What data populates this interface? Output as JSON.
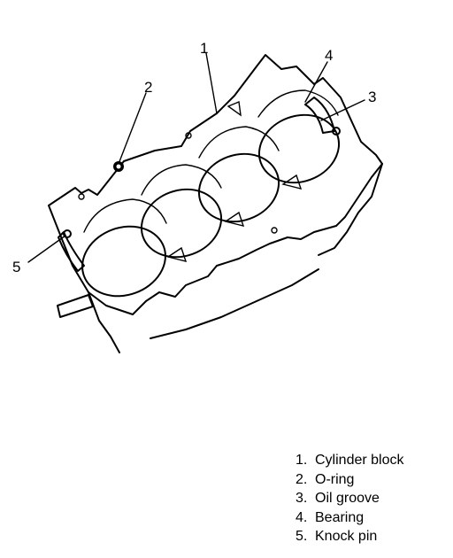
{
  "callouts": [
    {
      "number": "1"
    },
    {
      "number": "2"
    },
    {
      "number": "3"
    },
    {
      "number": "4"
    },
    {
      "number": "5"
    }
  ],
  "legend": [
    {
      "number": "1.",
      "label": "Cylinder block"
    },
    {
      "number": "2.",
      "label": "O-ring"
    },
    {
      "number": "3.",
      "label": "Oil groove"
    },
    {
      "number": "4.",
      "label": "Bearing"
    },
    {
      "number": "5.",
      "label": "Knock pin"
    }
  ]
}
